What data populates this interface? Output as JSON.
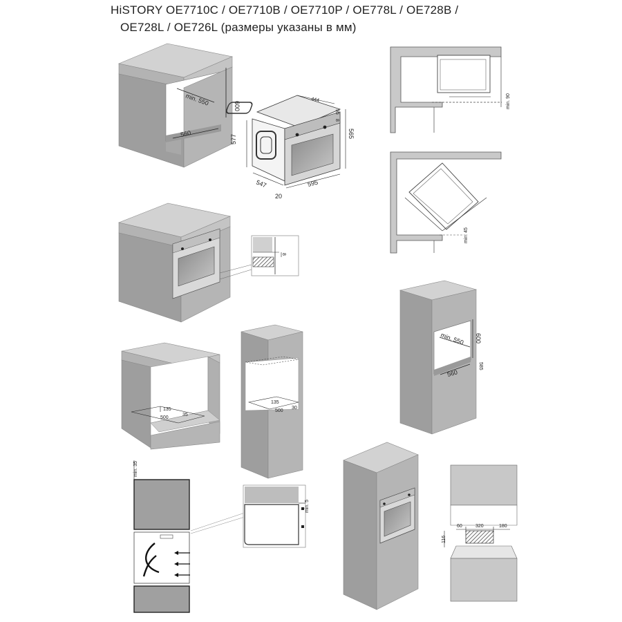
{
  "title": {
    "line1": "HiSTORY OE7710C / OE7710B / OE7710P / OE778L / OE728B /",
    "line2": "OE728L / OE726L      (размеры указаны в мм)"
  },
  "dims": {
    "cab_min550": "min. 550",
    "cab_600": "600",
    "cab_560": "560",
    "oven_444": "444",
    "oven_95": "95",
    "oven_8": "8",
    "oven_565": "565",
    "oven_577": "577",
    "oven_547": "547",
    "oven_595": "595",
    "oven_20": "20",
    "corner_min90": "min. 90",
    "corner_min45": "min. 45",
    "detail_8": "8",
    "open_135": "135",
    "open_500": "500",
    "open_35": "35",
    "tall_135": "135",
    "tall_500": "500",
    "tall_30": "30",
    "col_min550": "min. 550",
    "col_600": "600",
    "col_560": "560",
    "col_585": "585",
    "vent_min35": "min. 35",
    "vent_min5": "min. 5",
    "plinth_60": "60",
    "plinth_320": "320",
    "plinth_180": "180",
    "plinth_116": "116"
  }
}
